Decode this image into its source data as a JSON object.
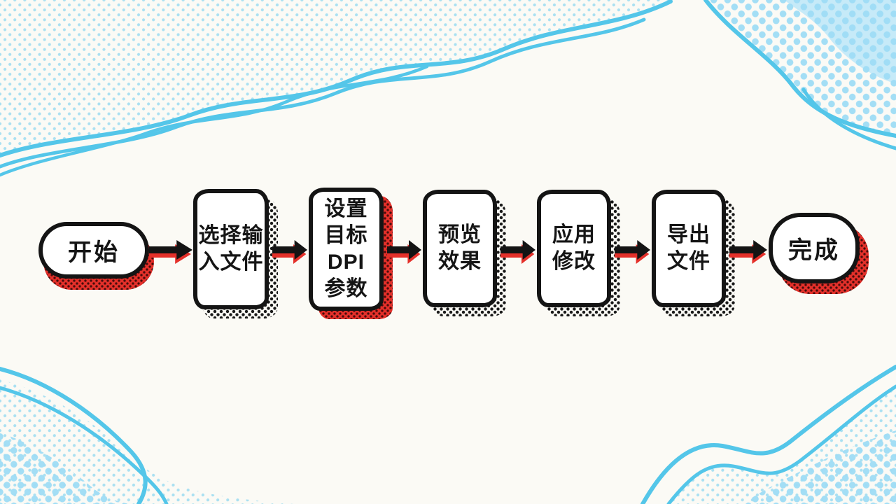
{
  "palette": {
    "background": "#fbfaf5",
    "ink": "#141414",
    "shape_fill": "#ffffff",
    "accent_red": "#e4302a",
    "wave_blue": "#54c6e9",
    "halftone_blue": "#9bdcf4"
  },
  "flowchart": {
    "direction": "left-to-right",
    "style": "hand-drawn comic with halftone shadows",
    "nodes": [
      {
        "id": "start",
        "type": "terminal",
        "shape": "stadium",
        "label": "开始",
        "shadow": "red-halftone"
      },
      {
        "id": "select-input-file",
        "type": "process",
        "shape": "rounded-rect",
        "label": "选择输\n入文件",
        "shadow": "black-dots"
      },
      {
        "id": "set-target-dpi",
        "type": "process",
        "shape": "rounded-rect",
        "label": "设置\n目标\nDPI\n参数",
        "shadow": "red-halftone"
      },
      {
        "id": "preview-effect",
        "type": "process",
        "shape": "rounded-rect",
        "label": "预览\n效果",
        "shadow": "black-dots"
      },
      {
        "id": "apply-changes",
        "type": "process",
        "shape": "rounded-rect",
        "label": "应用\n修改",
        "shadow": "black-dots"
      },
      {
        "id": "export-file",
        "type": "process",
        "shape": "rounded-rect",
        "label": "导出\n文件",
        "shadow": "black-dots"
      },
      {
        "id": "end",
        "type": "terminal",
        "shape": "rounded-rect-large-radius",
        "label": "完成",
        "shadow": "red-halftone"
      }
    ],
    "edges": [
      {
        "from": "start",
        "to": "select-input-file",
        "style": "black-arrow-red-shadow"
      },
      {
        "from": "select-input-file",
        "to": "set-target-dpi",
        "style": "black-arrow-red-shadow"
      },
      {
        "from": "set-target-dpi",
        "to": "preview-effect",
        "style": "black-arrow-red-shadow"
      },
      {
        "from": "preview-effect",
        "to": "apply-changes",
        "style": "black-arrow-red-shadow"
      },
      {
        "from": "apply-changes",
        "to": "export-file",
        "style": "black-arrow-red-shadow"
      },
      {
        "from": "export-file",
        "to": "end",
        "style": "black-arrow-red-shadow"
      }
    ]
  },
  "decorations": {
    "corners": [
      "top-left-wavy-halftone",
      "top-right-wavy-halftone",
      "bottom-left-wavy-halftone",
      "bottom-right-wavy-halftone"
    ]
  }
}
